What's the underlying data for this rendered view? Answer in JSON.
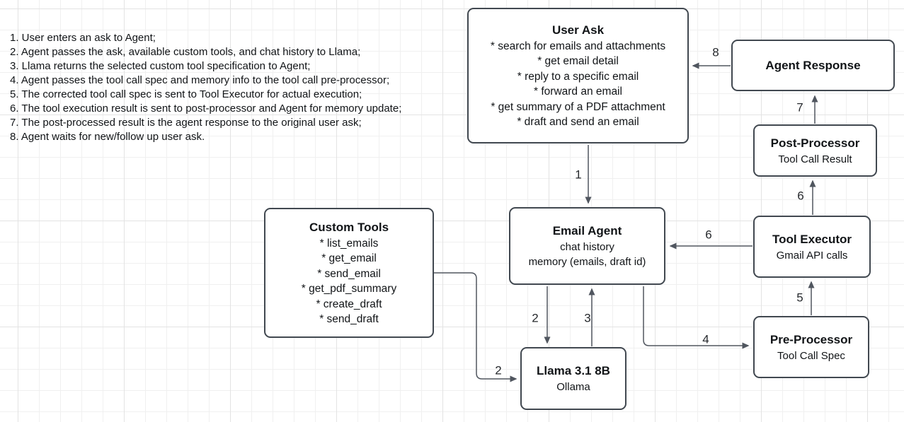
{
  "notes": {
    "lines": [
      "1. User enters an ask to Agent;",
      "2. Agent passes the ask, available custom tools, and chat history to Llama;",
      "3. Llama returns the selected custom tool specification to Agent;",
      "4. Agent passes the tool call spec and memory info to the tool call pre-processor;",
      "5. The corrected tool call spec is sent to Tool Executor for actual execution;",
      "6. The tool execution result is sent to post-processor and Agent for memory update;",
      "7. The post-processed result is the agent response to the original user ask;",
      "8. Agent waits for new/follow up user ask."
    ]
  },
  "nodes": {
    "user_ask": {
      "title": "User Ask",
      "items": [
        "* search for emails and attachments",
        "* get email detail",
        "* reply to a specific email",
        "* forward an email",
        "* get summary of a PDF attachment",
        "* draft and send an email"
      ]
    },
    "agent_response": {
      "title": "Agent Response"
    },
    "post_processor": {
      "title": "Post-Processor",
      "subtitle": "Tool Call Result"
    },
    "tool_executor": {
      "title": "Tool Executor",
      "subtitle": "Gmail API calls"
    },
    "pre_processor": {
      "title": "Pre-Processor",
      "subtitle": "Tool Call Spec"
    },
    "email_agent": {
      "title": "Email Agent",
      "lines": [
        "chat history",
        "memory (emails, draft id)"
      ]
    },
    "custom_tools": {
      "title": "Custom Tools",
      "items": [
        "* list_emails",
        "* get_email",
        "* send_email",
        "* get_pdf_summary",
        "* create_draft",
        "* send_draft"
      ]
    },
    "llama": {
      "title": "Llama 3.1 8B",
      "subtitle": "Ollama"
    }
  },
  "edge_labels": {
    "n1": "1",
    "n2": "2",
    "n2b": "2",
    "n3": "3",
    "n4": "4",
    "n5": "5",
    "n6": "6",
    "n6b": "6",
    "n7": "7",
    "n8": "8"
  },
  "colors": {
    "node_border": "#414850",
    "arrow": "#50565f",
    "text": "#111417",
    "grid_minor": "#f0f0f0",
    "grid_major": "#e3e3e3",
    "canvas_bg": "#ffffff"
  }
}
